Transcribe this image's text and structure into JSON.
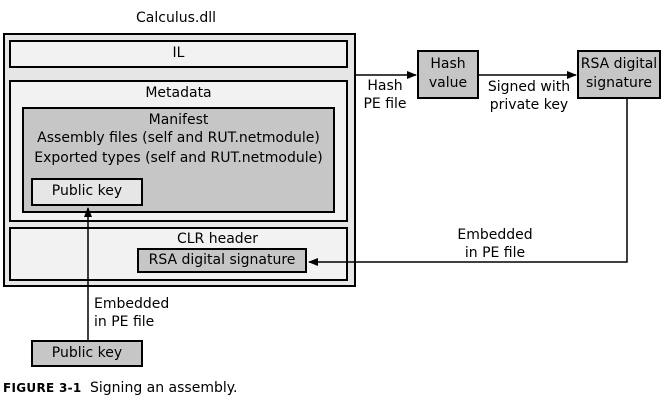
{
  "title": "Calculus.dll",
  "il": "IL",
  "metadata": "Metadata",
  "manifest": {
    "title": "Manifest",
    "line1": "Assembly files (self and RUT.netmodule)",
    "line2": "Exported types (self and RUT.netmodule)"
  },
  "public_key_inner": "Public key",
  "clr_header": "CLR header",
  "rsa_inner": "RSA digital signature",
  "hash_pe": {
    "line1": "Hash",
    "line2": "PE file"
  },
  "hash_value": {
    "line1": "Hash",
    "line2": "value"
  },
  "signed_with": {
    "line1": "Signed with",
    "line2": "private key"
  },
  "rsa_outer": {
    "line1": "RSA digital",
    "line2": "signature"
  },
  "embedded_right": {
    "line1": "Embedded",
    "line2": "in PE file"
  },
  "embedded_left": {
    "line1": "Embedded",
    "line2": "in PE file"
  },
  "public_key_bottom": "Public key",
  "caption": {
    "label": "FIGURE 3-1",
    "text": "Signing an assembly."
  },
  "colors": {
    "outer_fill": "#e6e6e6",
    "light_fill": "#f2f2f2",
    "dark_fill": "#c6c6c6"
  }
}
